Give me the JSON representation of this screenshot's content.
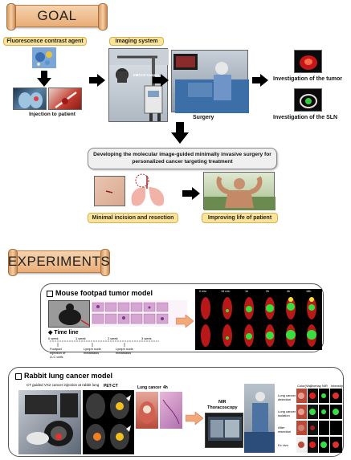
{
  "goal": {
    "banner_title": "GOAL",
    "agent_label": "Fluorescence contrast agent",
    "imaging_label": "Imaging system",
    "injection_label": "Injection to patient",
    "surgery_label": "Surgery",
    "tumor_label": "Investigation of the tumor",
    "sln_label": "Investigation of the SLN",
    "emccd_label": "EMCCD Camera",
    "statement": "Developing the molecular image-guided minimally invasive surgery for personalized cancer targeting treatment",
    "minimal_label": "Minimal incision and resection",
    "improving_label": "Improving life of patient"
  },
  "experiments": {
    "banner_title": "EXPERIMENTS",
    "mouse": {
      "title": "Mouse footpad tumor model",
      "timeline_label": "Time line",
      "time_points": [
        "0 min",
        "15 min",
        "1h",
        "2h",
        "4h",
        "18h"
      ],
      "timeline_ticks": [
        "0 week",
        "1 week",
        "2 week",
        "3 week"
      ],
      "timeline_events": [
        "Footpad Injection of LLC cells",
        "Lymph node metastasis",
        "Lymph node metastasis"
      ]
    },
    "rabbit": {
      "title": "Rabbit lung cancer model",
      "ct_caption": "CT guided VX2 cancer injection at rabbit lung",
      "petct_label": "PET-CT",
      "lung_cancer_label": "Lung cancer",
      "timepoint_label": "4h",
      "nir_label": "NIR",
      "thoracoscopy_label": "Thoracoscopy",
      "row_labels": [
        "Lung cancer detection",
        "Lung cancer isolation",
        "After resection",
        "Ex vivo"
      ],
      "col_labels": [
        "Color(Vis)",
        "Overlay",
        "NIR",
        "Intensity"
      ]
    }
  },
  "colors": {
    "banner": "#efbf8e",
    "yellow_label": "#fbe49a",
    "green_fluorescence": "#36e040",
    "red_fluorescence": "#e02020",
    "arrow_peach": "#f2a878"
  }
}
